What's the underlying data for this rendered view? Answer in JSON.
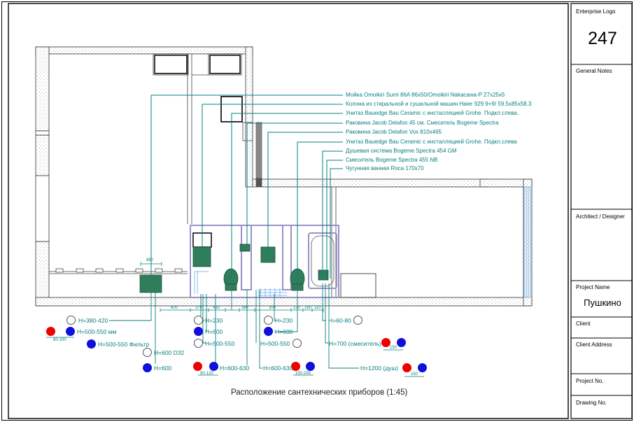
{
  "title_block": {
    "enterprise_logo_label": "Enterprise Logo",
    "sheet_number": "247",
    "general_notes_label": "General Notes",
    "architect_label": "Architect / Designer",
    "project_name_label": "Project Name",
    "project_name": "Пушкино",
    "client_label": "Client",
    "client_address_label": "Client Address",
    "project_no_label": "Project No.",
    "drawing_no_label": "Drawing No."
  },
  "caption": "Расположение сантехнических приборов (1:45)",
  "callouts": [
    "Мойка Omoikiri Sumi 86A 86x50/Omoikiri Nakacawa-P 27x25x5",
    "Колона из стиральной и сушильной машин Haier 929 9+9/ 59.5x85x58.3",
    "Унитаз Bauedge Bau Ceramic с инсталляцией  Grohe. Подкл.слева.",
    "Раковина Jacob Delafon 45 см. Смеситель Bogeme Spectra",
    "Раковина Jacob Delafon  Vox 810x465",
    "Унитаз Bauedge Bau Ceramic с инсталляцией Grohe. Подкл.слева",
    "Душевая система Bogeme Spectra 454 GM",
    "Смеситель Bogeme Spectra 455 NB",
    "Чугунная ванная Roca 170x70"
  ],
  "height_tags": [
    "H=380-420",
    "H=500-550 мм",
    "H=500-550 Фильтр",
    "H=600 D32",
    "H=600",
    "H=230",
    "H=600",
    "H=500-550",
    "H=600-630",
    "H=230",
    "H=600",
    "H=500-550",
    "H=600-630",
    "H=60-80",
    "H=700 (смеситель)",
    "H=1200 (душ)"
  ],
  "dimensions": {
    "top": "880",
    "bottom": [
      "600",
      "370",
      "450",
      "380",
      "300",
      "120",
      "180",
      "110"
    ],
    "connectors": [
      "60-100",
      "90-120",
      "150-200",
      "150",
      "150"
    ]
  },
  "colors": {
    "accent": "#0a7f7f",
    "hot_water": "#ee0000",
    "cold_water": "#1010dd",
    "fixture": "#2e7d5b",
    "partition": "#9a90c8"
  }
}
